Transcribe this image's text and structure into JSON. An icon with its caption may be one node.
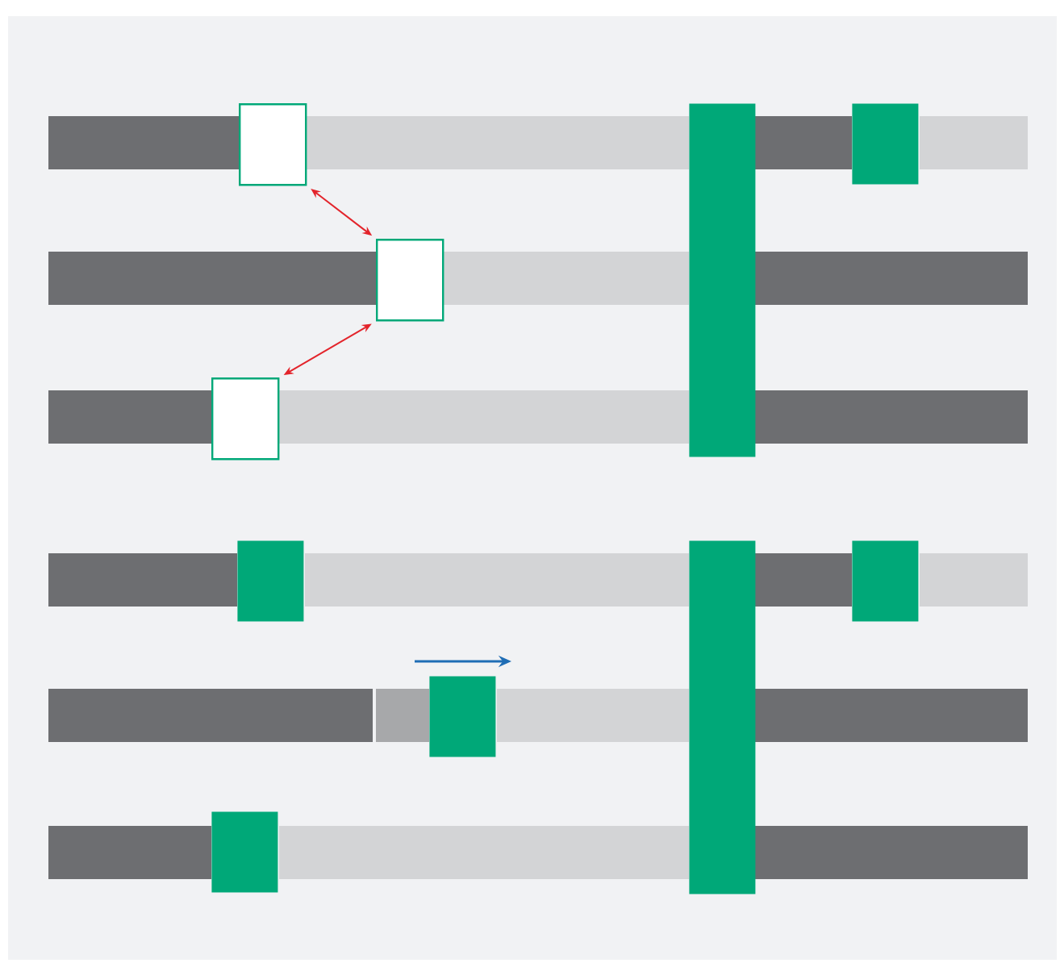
{
  "diagram": {
    "nodes": [
      {
        "text": [],
        "shape": "box"
      },
      {
        "text": [],
        "shape": "bar"
      },
      {
        "text": [],
        "shape": "box"
      },
      {
        "text": [],
        "shape": "box"
      },
      {
        "text": [],
        "shape": "box"
      },
      {
        "text": [],
        "shape": "box"
      },
      {
        "text": [],
        "shape": "bar"
      },
      {
        "text": [],
        "shape": "box"
      },
      {
        "text": [],
        "shape": "box"
      },
      {
        "text": [],
        "shape": "box"
      }
    ],
    "edges": [
      {
        "from": 0,
        "to": 3,
        "arrow": "both"
      },
      {
        "from": 3,
        "to": 4,
        "arrow": "both"
      }
    ]
  }
}
